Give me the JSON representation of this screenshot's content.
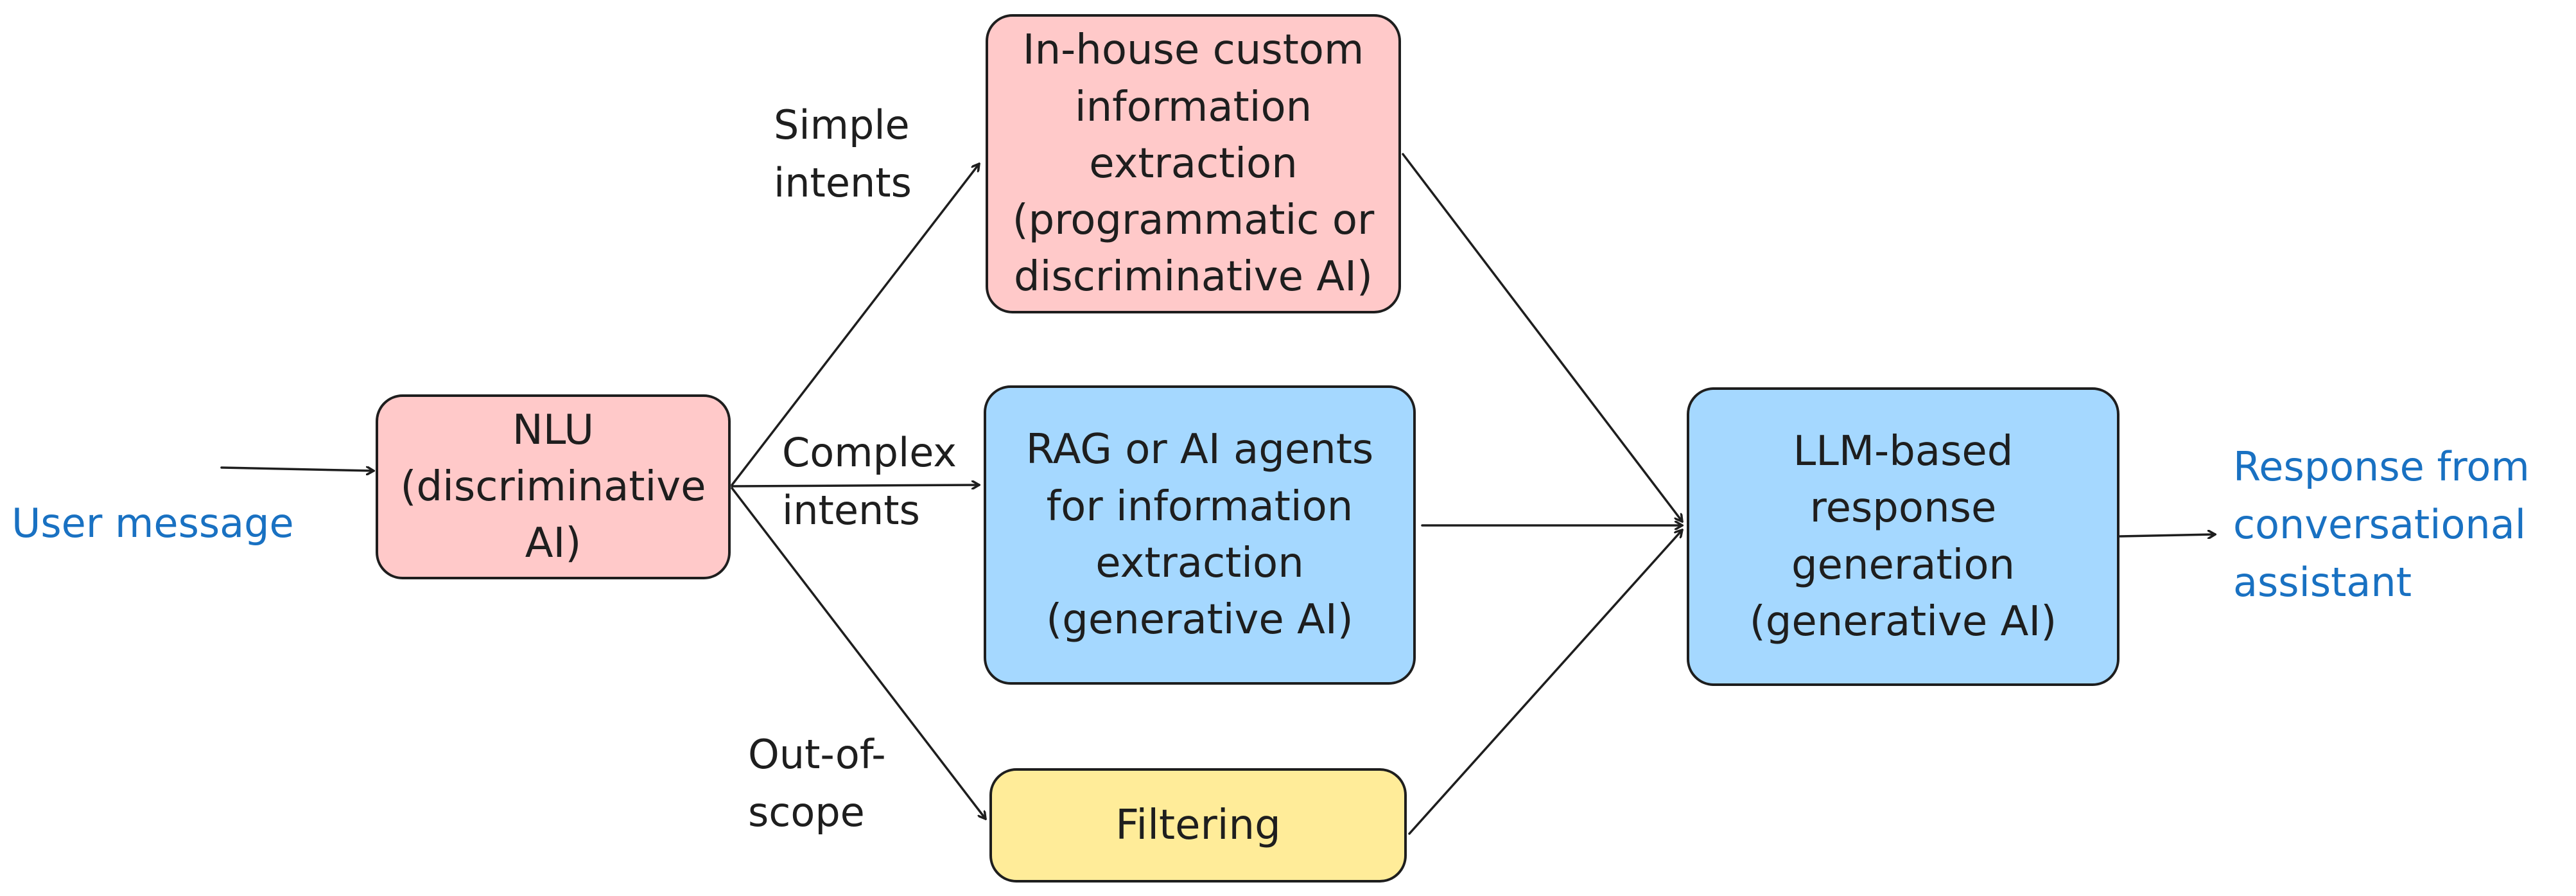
{
  "colors": {
    "stroke": "#1e1e1e",
    "pink_fill": "#ffc9c9",
    "blue_fill": "#a5d8ff",
    "yellow_fill": "#ffec99",
    "io_text": "#1971c2"
  },
  "input_label": "User message",
  "output_label": [
    "Response from",
    "conversational",
    "assistant"
  ],
  "nodes": {
    "nlu": [
      "NLU",
      "(discriminative",
      "AI)"
    ],
    "custom_extraction": [
      "In-house custom",
      "information",
      "extraction",
      "(programmatic or",
      "discriminative AI)"
    ],
    "rag_agents": [
      "RAG or AI agents",
      "for information",
      "extraction",
      "(generative AI)"
    ],
    "filtering": [
      "Filtering"
    ],
    "llm_generation": [
      "LLM-based",
      "response",
      "generation",
      "(generative AI)"
    ]
  },
  "edge_labels": {
    "simple": [
      "Simple",
      "intents"
    ],
    "complex": [
      "Complex",
      "intents"
    ],
    "out_of_scope": [
      "Out-of-",
      "scope"
    ]
  }
}
